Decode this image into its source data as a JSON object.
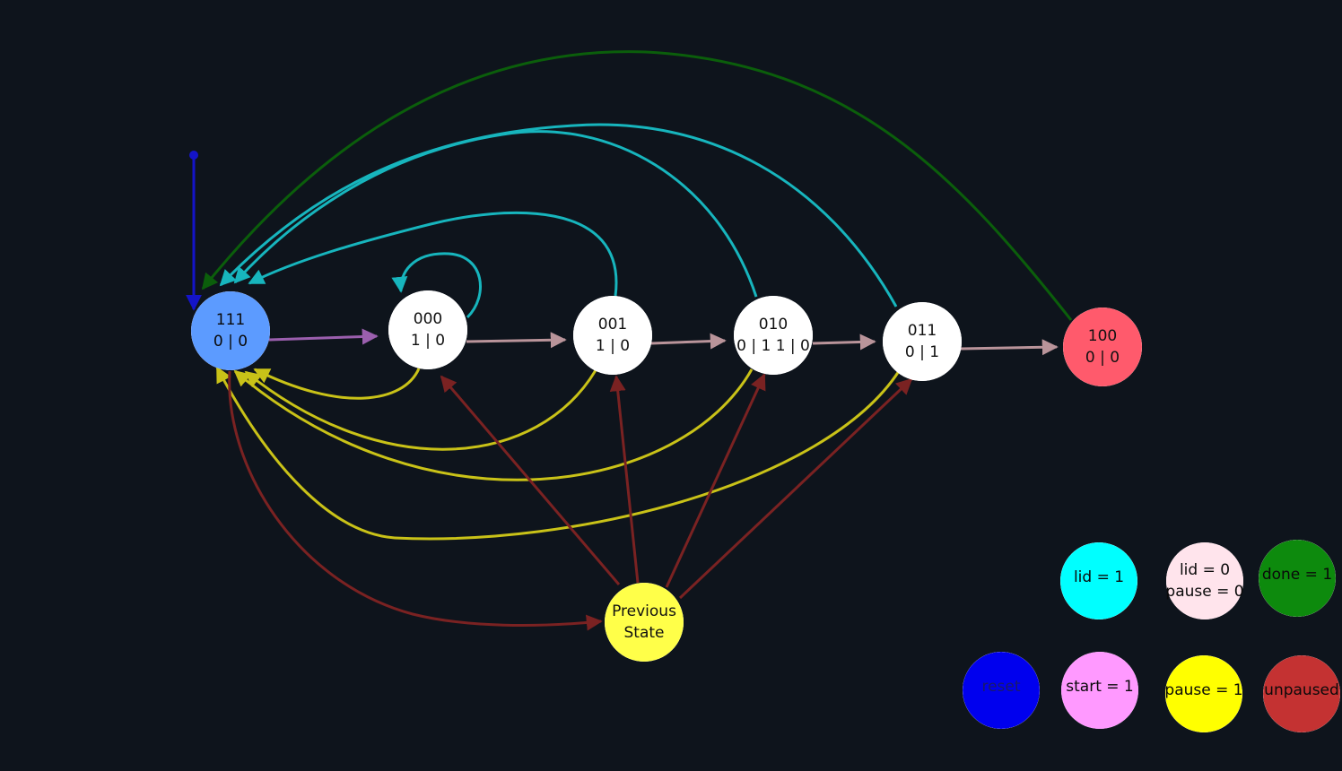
{
  "colors": {
    "background": "#0e141c",
    "lid_on": "#17b5bd",
    "lid_off_pause_off": "#b9949a",
    "done": "#0b5e0b",
    "reset": "#1414c8",
    "start": "#9b5fae",
    "pause": "#c9c218",
    "unpaused": "#7a2222"
  },
  "states": [
    {
      "id": "s111",
      "line1": "111",
      "line2": "0 | 0",
      "fill": "#5b9bff",
      "text_color": "#0a0a0a"
    },
    {
      "id": "s000",
      "line1": "000",
      "line2": "1 | 0",
      "fill": "#ffffff",
      "text_color": "#111111"
    },
    {
      "id": "s001",
      "line1": "001",
      "line2": "1 | 0",
      "fill": "#ffffff",
      "text_color": "#111111"
    },
    {
      "id": "s010",
      "line1": "010",
      "line2": "0 | 1 1 | 0",
      "fill": "#ffffff",
      "text_color": "#111111"
    },
    {
      "id": "s011",
      "line1": "011",
      "line2": "0 | 1",
      "fill": "#ffffff",
      "text_color": "#111111"
    },
    {
      "id": "s100",
      "line1": "100",
      "line2": "0 | 0",
      "fill": "#ff5a6c",
      "text_color": "#111111"
    },
    {
      "id": "prev",
      "line1": "Previous",
      "line2": "State",
      "fill": "#ffff4a",
      "text_color": "#111111"
    }
  ],
  "legend": [
    {
      "id": "lid1",
      "line1": "lid = 1",
      "line2": "",
      "fill": "#00ffff",
      "text_color": "#0a0a0a"
    },
    {
      "id": "lid0",
      "line1": "lid = 0",
      "line2": "pause = 0",
      "fill": "#ffe4ec",
      "text_color": "#0a0a0a"
    },
    {
      "id": "done",
      "line1": "done = 1",
      "line2": "",
      "fill": "#108a10",
      "text_color": "#0a0a0a"
    },
    {
      "id": "reset",
      "line1": "reset",
      "line2": "",
      "fill": "#0000ee",
      "text_color": "#1a1a6a"
    },
    {
      "id": "start",
      "line1": "start = 1",
      "line2": "",
      "fill": "#ff99ff",
      "text_color": "#0a0a0a"
    },
    {
      "id": "pause",
      "line1": "pause = 1",
      "line2": "",
      "fill": "#ffff00",
      "text_color": "#0a0a0a"
    },
    {
      "id": "unpaused",
      "line1": "unpaused",
      "line2": "",
      "fill": "#c43030",
      "text_color": "#0a0a0a"
    }
  ],
  "edges": [
    {
      "id": "reset-entry",
      "from": "reset",
      "to": "s111",
      "color": "#1414c8"
    },
    {
      "id": "start",
      "from": "s111",
      "to": "s000",
      "color": "#9b5fae"
    },
    {
      "id": "s000-s001",
      "from": "s000",
      "to": "s001",
      "color": "#b9949a"
    },
    {
      "id": "s001-s010",
      "from": "s001",
      "to": "s010",
      "color": "#b9949a"
    },
    {
      "id": "s010-s011",
      "from": "s010",
      "to": "s011",
      "color": "#b9949a"
    },
    {
      "id": "s011-s100",
      "from": "s011",
      "to": "s100",
      "color": "#b9949a"
    },
    {
      "id": "s000-self-lid",
      "from": "s000",
      "to": "s000",
      "color": "#17b5bd"
    },
    {
      "id": "s001-lid",
      "from": "s001",
      "to": "s111",
      "color": "#17b5bd"
    },
    {
      "id": "s010-lid",
      "from": "s010",
      "to": "s111",
      "color": "#17b5bd"
    },
    {
      "id": "s011-lid",
      "from": "s011",
      "to": "s111",
      "color": "#17b5bd"
    },
    {
      "id": "s100-done",
      "from": "s100",
      "to": "s111",
      "color": "#0b5e0b"
    },
    {
      "id": "s000-pause",
      "from": "s000",
      "to": "s111",
      "color": "#c9c218"
    },
    {
      "id": "s001-pause",
      "from": "s001",
      "to": "s111",
      "color": "#c9c218"
    },
    {
      "id": "s010-pause",
      "from": "s010",
      "to": "s111",
      "color": "#c9c218"
    },
    {
      "id": "s011-pause",
      "from": "s011",
      "to": "s111",
      "color": "#c9c218"
    },
    {
      "id": "s111-prev",
      "from": "s111",
      "to": "prev",
      "color": "#7a2222"
    },
    {
      "id": "prev-s000",
      "from": "prev",
      "to": "s000",
      "color": "#7a2222"
    },
    {
      "id": "prev-s001",
      "from": "prev",
      "to": "s001",
      "color": "#7a2222"
    },
    {
      "id": "prev-s010",
      "from": "prev",
      "to": "s010",
      "color": "#7a2222"
    },
    {
      "id": "prev-s011",
      "from": "prev",
      "to": "s011",
      "color": "#7a2222"
    }
  ]
}
